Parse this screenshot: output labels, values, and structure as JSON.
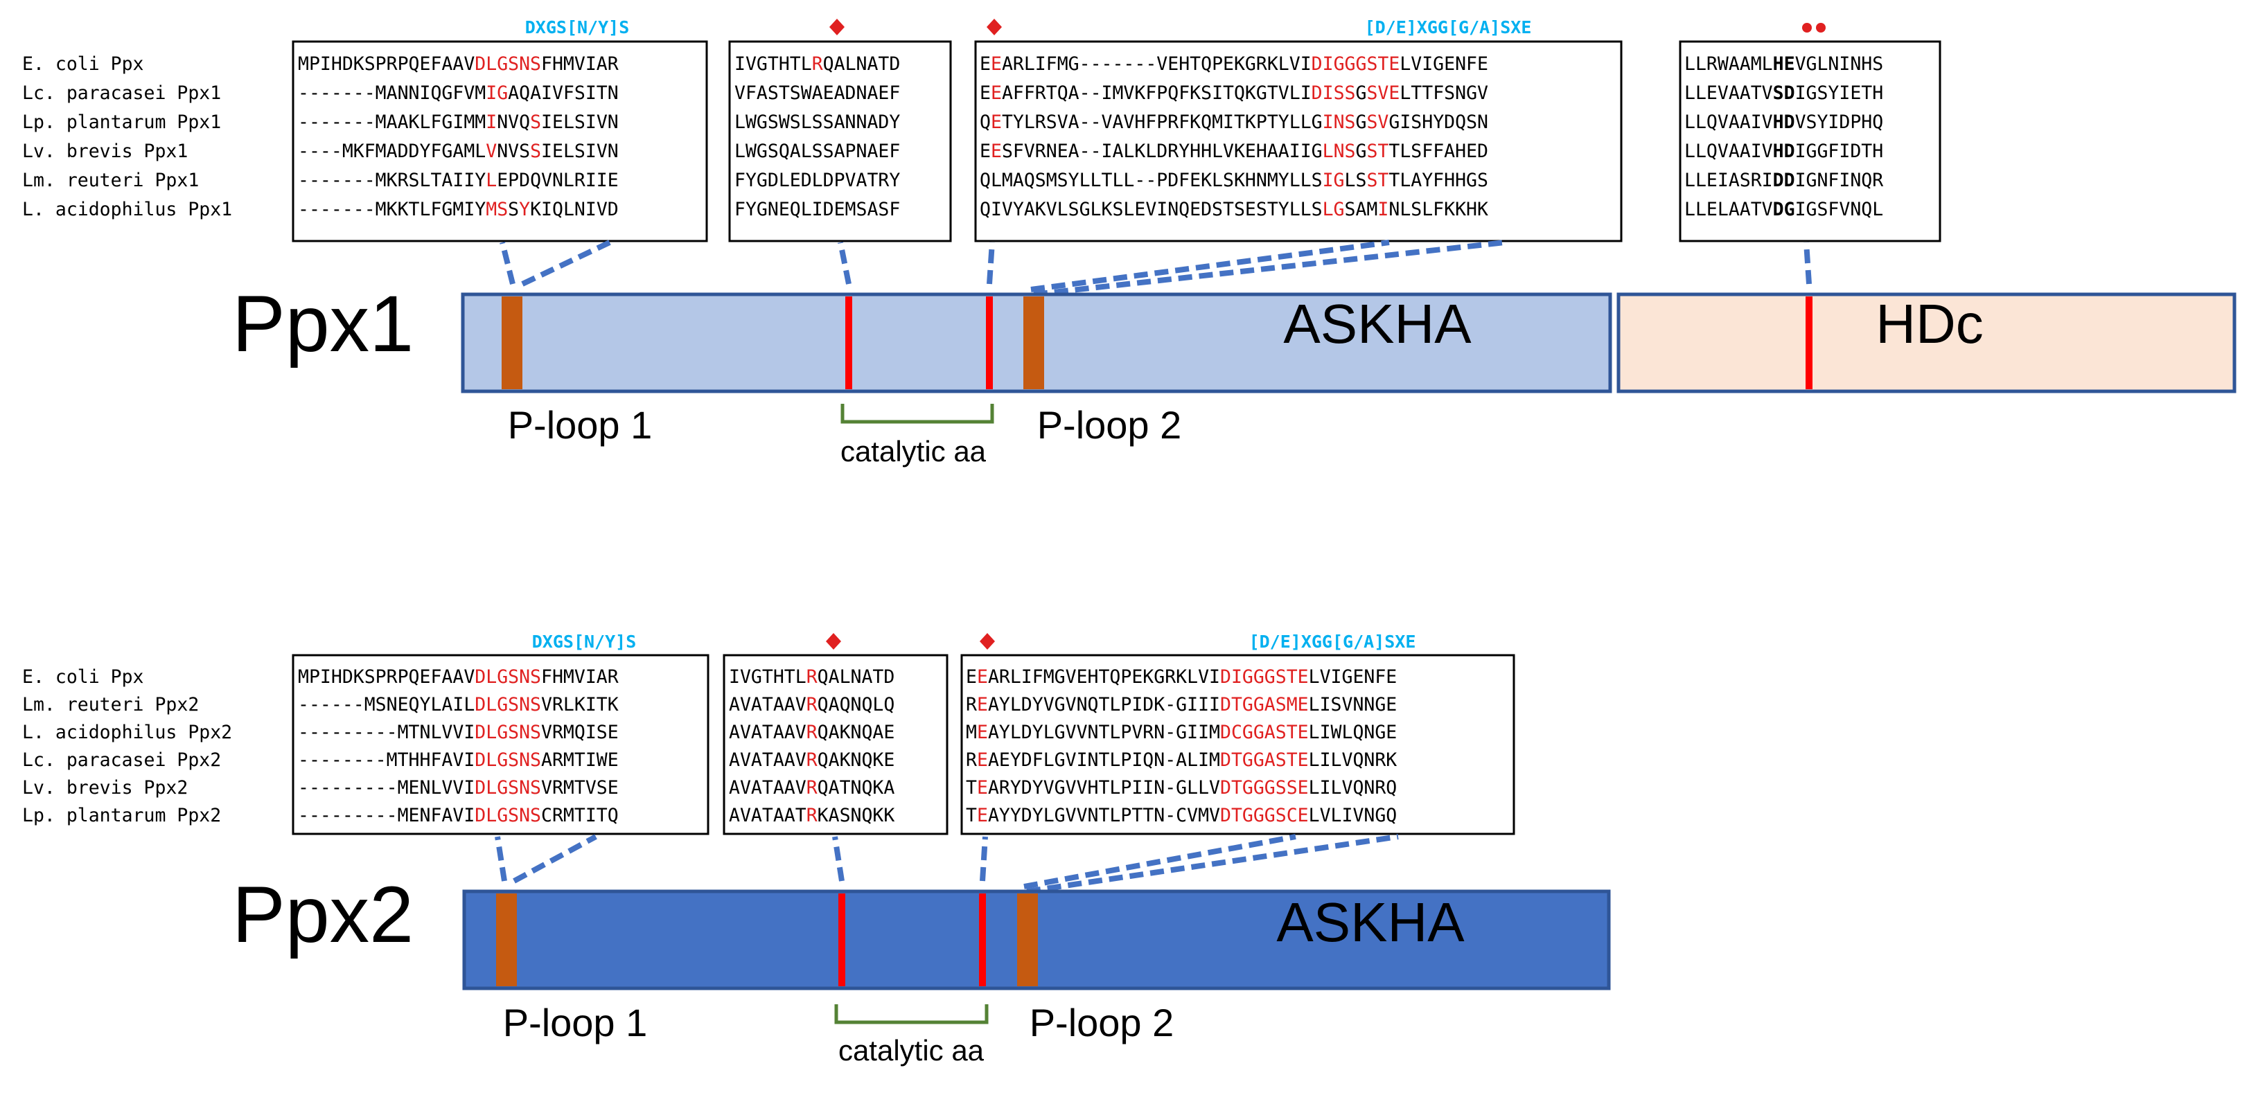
{
  "colors": {
    "ppx1_askha": "#b4c7e7",
    "ppx1_hdc": "#fbe5d6",
    "ppx2_askha": "#4472c4",
    "border": "#2f5597",
    "ploop": "#c55a11",
    "catalytic": "#ff0000",
    "connector": "#4472c4",
    "bracket": "#548235",
    "motif": "#00b0f0",
    "highlight": "#e02020",
    "text": "#000000"
  },
  "icons": {
    "diamond": "red-diamond-icon",
    "dots": "red-dot-icon"
  },
  "panels": [
    {
      "title": "Ppx1",
      "domains": [
        "ASKHA",
        "HDc"
      ],
      "ploop1_label": "P-loop  1",
      "ploop2_label": "P-loop  2",
      "catalytic_label": "catalytic   aa",
      "species": [
        "E. coli Ppx",
        "Lc. paracasei Ppx1",
        "Lp. plantarum Ppx1",
        "Lv. brevis Ppx1",
        "Lm. reuteri Ppx1",
        "L. acidophilus Ppx1"
      ],
      "boxes": [
        {
          "motif": "DXGS[N/Y]S",
          "mark": "",
          "rows": [
            [
              [
                "MPIHDKSPRPQEFAAV",
                0
              ],
              [
                "DLGSNS",
                1
              ],
              [
                "FHMVIAR",
                0
              ]
            ],
            [
              [
                "-------MANNIQGFVM",
                0
              ],
              [
                "IG",
                1
              ],
              [
                "AQAIVFSITN",
                0
              ]
            ],
            [
              [
                "-------MAAKLFGIMM",
                0
              ],
              [
                "I",
                1
              ],
              [
                "NVQ",
                0
              ],
              [
                "S",
                1
              ],
              [
                "IELSIVN",
                0
              ]
            ],
            [
              [
                "----MKFMADDYFGAML",
                0
              ],
              [
                "V",
                1
              ],
              [
                "NVS",
                0
              ],
              [
                "S",
                1
              ],
              [
                "IELSIVN",
                0
              ]
            ],
            [
              [
                "-------MKRSLTAIIY",
                0
              ],
              [
                "L",
                1
              ],
              [
                "EPDQVNLRIIE",
                0
              ]
            ],
            [
              [
                "-------MKKTLFGMIY",
                0
              ],
              [
                "MS",
                1
              ],
              [
                "S",
                0
              ],
              [
                "Y",
                1
              ],
              [
                "KIQLNIVD",
                0
              ]
            ]
          ]
        },
        {
          "motif": "",
          "mark": "diamond",
          "rows": [
            [
              [
                "IVGTHTL",
                0
              ],
              [
                "R",
                1
              ],
              [
                "QALNATD",
                0
              ]
            ],
            [
              [
                "VFASTSWAEADNAEF",
                0
              ]
            ],
            [
              [
                "LWGSWSLSSANNADY",
                0
              ]
            ],
            [
              [
                "LWGSQALSSAPNAEF",
                0
              ]
            ],
            [
              [
                "FYGDLEDLDPVATRY",
                0
              ]
            ],
            [
              [
                "FYGNEQLIDEMSASF",
                0
              ]
            ]
          ]
        },
        {
          "motif": "[D/E]XGG[G/A]SXE",
          "mark": "diamond",
          "rows": [
            [
              [
                "E",
                0
              ],
              [
                "E",
                1
              ],
              [
                "ARLIFMG-------VEHTQPEKGRKLVI",
                0
              ],
              [
                "DIGGGSTE",
                1
              ],
              [
                "LVIGENFE",
                0
              ]
            ],
            [
              [
                "E",
                0
              ],
              [
                "E",
                1
              ],
              [
                "AFFRTQA--IMVKFPQFKSITQKGTVLI",
                0
              ],
              [
                "DISS",
                1
              ],
              [
                "G",
                0
              ],
              [
                "SVE",
                1
              ],
              [
                "LTTFSNGV",
                0
              ]
            ],
            [
              [
                "Q",
                0
              ],
              [
                "E",
                1
              ],
              [
                "TYLRSVA--VAVHFPRFKQMITKPTYLLG",
                0
              ],
              [
                "INS",
                1
              ],
              [
                "G",
                0
              ],
              [
                "SV",
                1
              ],
              [
                "GISHYDQSN",
                0
              ]
            ],
            [
              [
                "E",
                0
              ],
              [
                "E",
                1
              ],
              [
                "SFVRNEA--IALKLDRYHHLVKEHAAIIG",
                0
              ],
              [
                "LNS",
                1
              ],
              [
                "G",
                0
              ],
              [
                "ST",
                1
              ],
              [
                "TLSFFAHED",
                0
              ]
            ],
            [
              [
                "QLMAQSMSYLLTLL--PDFEKLSKHNMYLLS",
                0
              ],
              [
                "IG",
                1
              ],
              [
                "LS",
                0
              ],
              [
                "ST",
                1
              ],
              [
                "TLAYFHHGS",
                0
              ]
            ],
            [
              [
                "QIVYAKVLSGLKSLEVINQEDSTSESTYLLS",
                0
              ],
              [
                "LG",
                1
              ],
              [
                "SAM",
                0
              ],
              [
                "I",
                1
              ],
              [
                "NLSLFKKHK",
                0
              ]
            ]
          ]
        },
        {
          "motif": "",
          "mark": "dots",
          "rows": [
            [
              [
                "LLRWAAML",
                0
              ],
              [
                "HE",
                2
              ],
              [
                "VGLNINHS",
                0
              ]
            ],
            [
              [
                "LLEVAATV",
                0
              ],
              [
                "SD",
                2
              ],
              [
                "IGSYIETH",
                0
              ]
            ],
            [
              [
                "LLQVAAIV",
                0
              ],
              [
                "HD",
                2
              ],
              [
                "VSYIDPHQ",
                0
              ]
            ],
            [
              [
                "LLQVAAIV",
                0
              ],
              [
                "HD",
                2
              ],
              [
                "IGGFIDTH",
                0
              ]
            ],
            [
              [
                "LLEIASRI",
                0
              ],
              [
                "DD",
                2
              ],
              [
                "IGNFINQR",
                0
              ]
            ],
            [
              [
                "LLELAATV",
                0
              ],
              [
                "DG",
                2
              ],
              [
                "IGSFVNQL",
                0
              ]
            ]
          ]
        }
      ]
    },
    {
      "title": "Ppx2",
      "domains": [
        "ASKHA"
      ],
      "ploop1_label": "P-loop  1",
      "ploop2_label": "P-loop  2",
      "catalytic_label": "catalytic   aa",
      "species": [
        "E. coli Ppx",
        "Lm. reuteri Ppx2",
        "L. acidophilus Ppx2",
        "Lc. paracasei Ppx2",
        "Lv. brevis Ppx2",
        "Lp. plantarum Ppx2"
      ],
      "boxes": [
        {
          "motif": "DXGS[N/Y]S",
          "mark": "",
          "rows": [
            [
              [
                "MPIHDKSPRPQEFAAV",
                0
              ],
              [
                "DLGSNS",
                1
              ],
              [
                "FHMVIAR",
                0
              ]
            ],
            [
              [
                "------MSNEQYLAIL",
                0
              ],
              [
                "DLGSNS",
                1
              ],
              [
                "VRLKITK",
                0
              ]
            ],
            [
              [
                "---------MTNLVVI",
                0
              ],
              [
                "DLGSNS",
                1
              ],
              [
                "VRMQISE",
                0
              ]
            ],
            [
              [
                "--------MTHHFAVI",
                0
              ],
              [
                "DLGSNS",
                1
              ],
              [
                "ARMTIWE",
                0
              ]
            ],
            [
              [
                "---------MENLVVI",
                0
              ],
              [
                "DLGSNS",
                1
              ],
              [
                "VRMTVSE",
                0
              ]
            ],
            [
              [
                "---------MENFAVI",
                0
              ],
              [
                "DLGSNS",
                1
              ],
              [
                "CRMTITQ",
                0
              ]
            ]
          ]
        },
        {
          "motif": "",
          "mark": "diamond",
          "rows": [
            [
              [
                "IVGTHTL",
                0
              ],
              [
                "R",
                1
              ],
              [
                "QALNATD",
                0
              ]
            ],
            [
              [
                "AVATAAV",
                0
              ],
              [
                "R",
                1
              ],
              [
                "QAQNQLQ",
                0
              ]
            ],
            [
              [
                "AVATAAV",
                0
              ],
              [
                "R",
                1
              ],
              [
                "QAKNQAE",
                0
              ]
            ],
            [
              [
                "AVATAAV",
                0
              ],
              [
                "R",
                1
              ],
              [
                "QAKNQKE",
                0
              ]
            ],
            [
              [
                "AVATAAV",
                0
              ],
              [
                "R",
                1
              ],
              [
                "QATNQKA",
                0
              ]
            ],
            [
              [
                "AVATAAT",
                0
              ],
              [
                "R",
                1
              ],
              [
                "KASNQKK",
                0
              ]
            ]
          ]
        },
        {
          "motif": "[D/E]XGG[G/A]SXE",
          "mark": "diamond",
          "rows": [
            [
              [
                "E",
                0
              ],
              [
                "E",
                1
              ],
              [
                "ARLIFMGVEHTQPEKGRKLVI",
                0
              ],
              [
                "DIGGGSTE",
                1
              ],
              [
                "LVIGENFE",
                0
              ]
            ],
            [
              [
                "R",
                0
              ],
              [
                "E",
                1
              ],
              [
                "AYLDYVGVNQTLPIDK-GIII",
                0
              ],
              [
                "DTGGASME",
                1
              ],
              [
                "LISVNNGE",
                0
              ]
            ],
            [
              [
                "M",
                0
              ],
              [
                "E",
                1
              ],
              [
                "AYLDYLGVVNTLPVRN-GIIM",
                0
              ],
              [
                "DCGGASTE",
                1
              ],
              [
                "LIWLQNGE",
                0
              ]
            ],
            [
              [
                "R",
                0
              ],
              [
                "E",
                1
              ],
              [
                "AEYDFLGVINTLPIQN-ALIM",
                0
              ],
              [
                "DTGGASTE",
                1
              ],
              [
                "LILVQNRK",
                0
              ]
            ],
            [
              [
                "T",
                0
              ],
              [
                "E",
                1
              ],
              [
                "ARYDYVGVVHTLPIIN-GLLV",
                0
              ],
              [
                "DTGGGSSE",
                1
              ],
              [
                "LILVQNRQ",
                0
              ]
            ],
            [
              [
                "T",
                0
              ],
              [
                "E",
                1
              ],
              [
                "AYYDYLGVVNTLPTTN-CVMV",
                0
              ],
              [
                "DTGGGSCE",
                1
              ],
              [
                "LVLIVNGQ",
                0
              ]
            ]
          ]
        }
      ]
    }
  ]
}
